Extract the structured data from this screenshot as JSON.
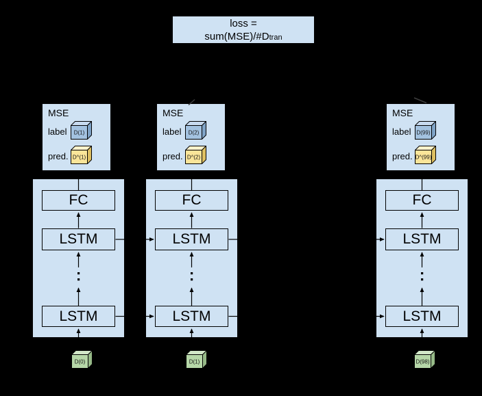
{
  "diagram_title_box": {
    "line1": "loss =",
    "line2": "sum(MSE)/#D",
    "line2_subscript": "tran"
  },
  "mse_panels": [
    {
      "title": "MSE",
      "label_text": "label",
      "pred_text": "pred.",
      "label_cube": "D(1)",
      "pred_cube": "D^(1)"
    },
    {
      "title": "MSE",
      "label_text": "label",
      "pred_text": "pred.",
      "label_cube": "D(2)",
      "pred_cube": "D^(2)"
    },
    {
      "title": "MSE",
      "label_text": "label",
      "pred_text": "pred.",
      "label_cube": "D(99)",
      "pred_cube": "D^(99)"
    }
  ],
  "columns": [
    {
      "fc_label": "FC",
      "lstm_top_label": "LSTM",
      "lstm_bottom_label": "LSTM"
    },
    {
      "fc_label": "FC",
      "lstm_top_label": "LSTM",
      "lstm_bottom_label": "LSTM"
    },
    {
      "fc_label": "FC",
      "lstm_top_label": "LSTM",
      "lstm_bottom_label": "LSTM"
    }
  ],
  "input_cubes": [
    {
      "label": "D(0)"
    },
    {
      "label": "D(1)"
    },
    {
      "label": "D(98)"
    }
  ],
  "colors": {
    "background": "#000000",
    "panel_fill": "#cfe2f3",
    "border": "#000000",
    "label_cube_fill": "#a3c2e0",
    "pred_cube_fill": "#fae599",
    "input_cube_fill": "#b6d7a8"
  }
}
